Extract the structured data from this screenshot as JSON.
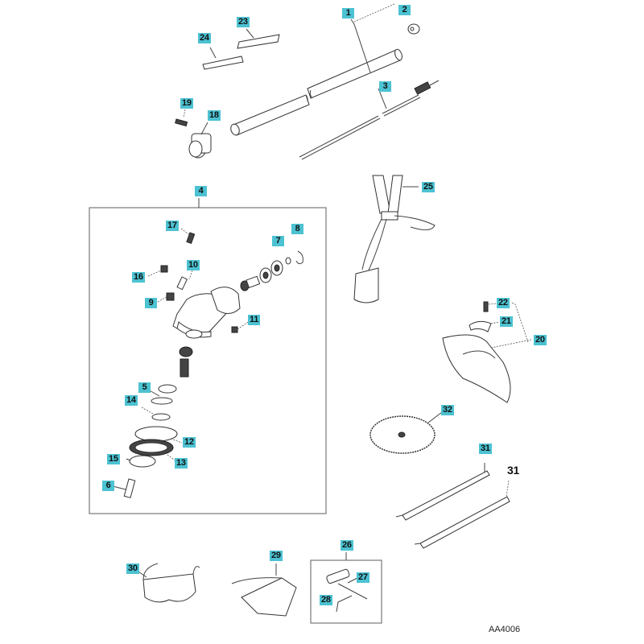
{
  "diagram": {
    "type": "exploded-parts-diagram",
    "reference_code": "AA4006",
    "callout_color": "#4cc2d2",
    "callouts": [
      {
        "id": "c1",
        "label": "1",
        "part": "drive shaft tube"
      },
      {
        "id": "c2",
        "label": "2",
        "part": "end washer"
      },
      {
        "id": "c3",
        "label": "3",
        "part": "drive shaft"
      },
      {
        "id": "c4",
        "label": "4",
        "part": "gear head assembly"
      },
      {
        "id": "c5",
        "label": "5",
        "part": "bearing"
      },
      {
        "id": "c6",
        "label": "6",
        "part": "bolt"
      },
      {
        "id": "c7",
        "label": "7",
        "part": "washer"
      },
      {
        "id": "c8",
        "label": "8",
        "part": "snap ring"
      },
      {
        "id": "c9",
        "label": "9",
        "part": "plug"
      },
      {
        "id": "c10",
        "label": "10",
        "part": "bolt"
      },
      {
        "id": "c11",
        "label": "11",
        "part": "screw"
      },
      {
        "id": "c12",
        "label": "12",
        "part": "blade holder"
      },
      {
        "id": "c13",
        "label": "13",
        "part": "blade holder plate"
      },
      {
        "id": "c14",
        "label": "14",
        "part": "seal"
      },
      {
        "id": "c15",
        "label": "15",
        "part": "cup"
      },
      {
        "id": "c16",
        "label": "16",
        "part": "grease plug"
      },
      {
        "id": "c17",
        "label": "17",
        "part": "clamp bolt"
      },
      {
        "id": "c18",
        "label": "18",
        "part": "handle clamp"
      },
      {
        "id": "c19",
        "label": "19",
        "part": "screw"
      },
      {
        "id": "c20",
        "label": "20",
        "part": "blade guard"
      },
      {
        "id": "c21",
        "label": "21",
        "part": "guard bracket"
      },
      {
        "id": "c22",
        "label": "22",
        "part": "bolt"
      },
      {
        "id": "c23",
        "label": "23",
        "part": "label"
      },
      {
        "id": "c24",
        "label": "24",
        "part": "label"
      },
      {
        "id": "c25",
        "label": "25",
        "part": "harness"
      },
      {
        "id": "c26",
        "label": "26",
        "part": "tool kit"
      },
      {
        "id": "c27",
        "label": "27",
        "part": "box wrench"
      },
      {
        "id": "c28",
        "label": "28",
        "part": "hex key"
      },
      {
        "id": "c29",
        "label": "29",
        "part": "tool bag"
      },
      {
        "id": "c30",
        "label": "30",
        "part": "safety goggles"
      },
      {
        "id": "c31",
        "label": "31",
        "part": "blade cover"
      },
      {
        "id": "c31b",
        "label": "31",
        "part": "blade cover"
      },
      {
        "id": "c32",
        "label": "32",
        "part": "saw blade"
      }
    ]
  }
}
